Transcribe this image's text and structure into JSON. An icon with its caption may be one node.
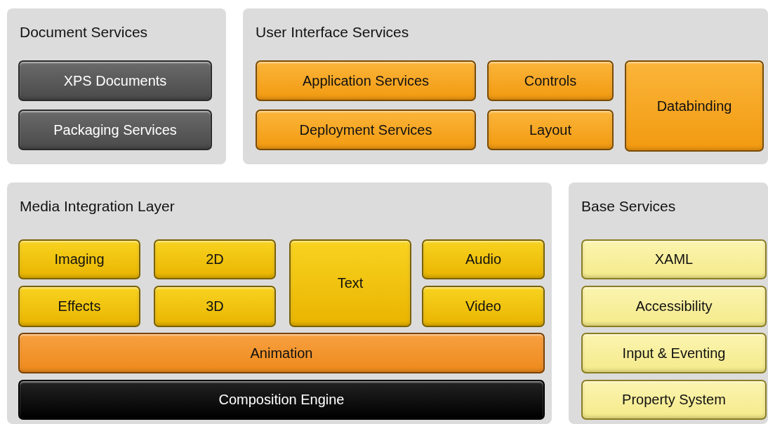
{
  "diagram": {
    "nodes": [
      {
        "text": [
          "Document Services"
        ]
      },
      {
        "text": [
          "XPS Documents"
        ],
        "in": 0
      },
      {
        "text": [
          "Packaging Services"
        ],
        "in": 0
      },
      {
        "text": [
          "User Interface Services"
        ]
      },
      {
        "text": [
          "Application Services"
        ],
        "in": 3
      },
      {
        "text": [
          "Deployment Services"
        ],
        "in": 3
      },
      {
        "text": [
          "Controls"
        ],
        "in": 3
      },
      {
        "text": [
          "Layout"
        ],
        "in": 3
      },
      {
        "text": [
          "Databinding"
        ],
        "in": 3
      },
      {
        "text": [
          "Media Integration Layer"
        ]
      },
      {
        "text": [
          "Imaging"
        ],
        "in": 9
      },
      {
        "text": [
          "2D"
        ],
        "in": 9
      },
      {
        "text": [
          "Text"
        ],
        "in": 9
      },
      {
        "text": [
          "Audio"
        ],
        "in": 9
      },
      {
        "text": [
          "Effects"
        ],
        "in": 9
      },
      {
        "text": [
          "3D"
        ],
        "in": 9
      },
      {
        "text": [
          "Video"
        ],
        "in": 9
      },
      {
        "text": [
          "Animation"
        ],
        "in": 9
      },
      {
        "text": [
          "Composition Engine"
        ],
        "in": 9
      },
      {
        "text": [
          "Base Services"
        ]
      },
      {
        "text": [
          "XAML"
        ],
        "in": 19
      },
      {
        "text": [
          "Accessibility"
        ],
        "in": 19
      },
      {
        "text": [
          "Input & Eventing"
        ],
        "in": 19
      },
      {
        "text": [
          "Property System"
        ],
        "in": 19
      }
    ]
  }
}
